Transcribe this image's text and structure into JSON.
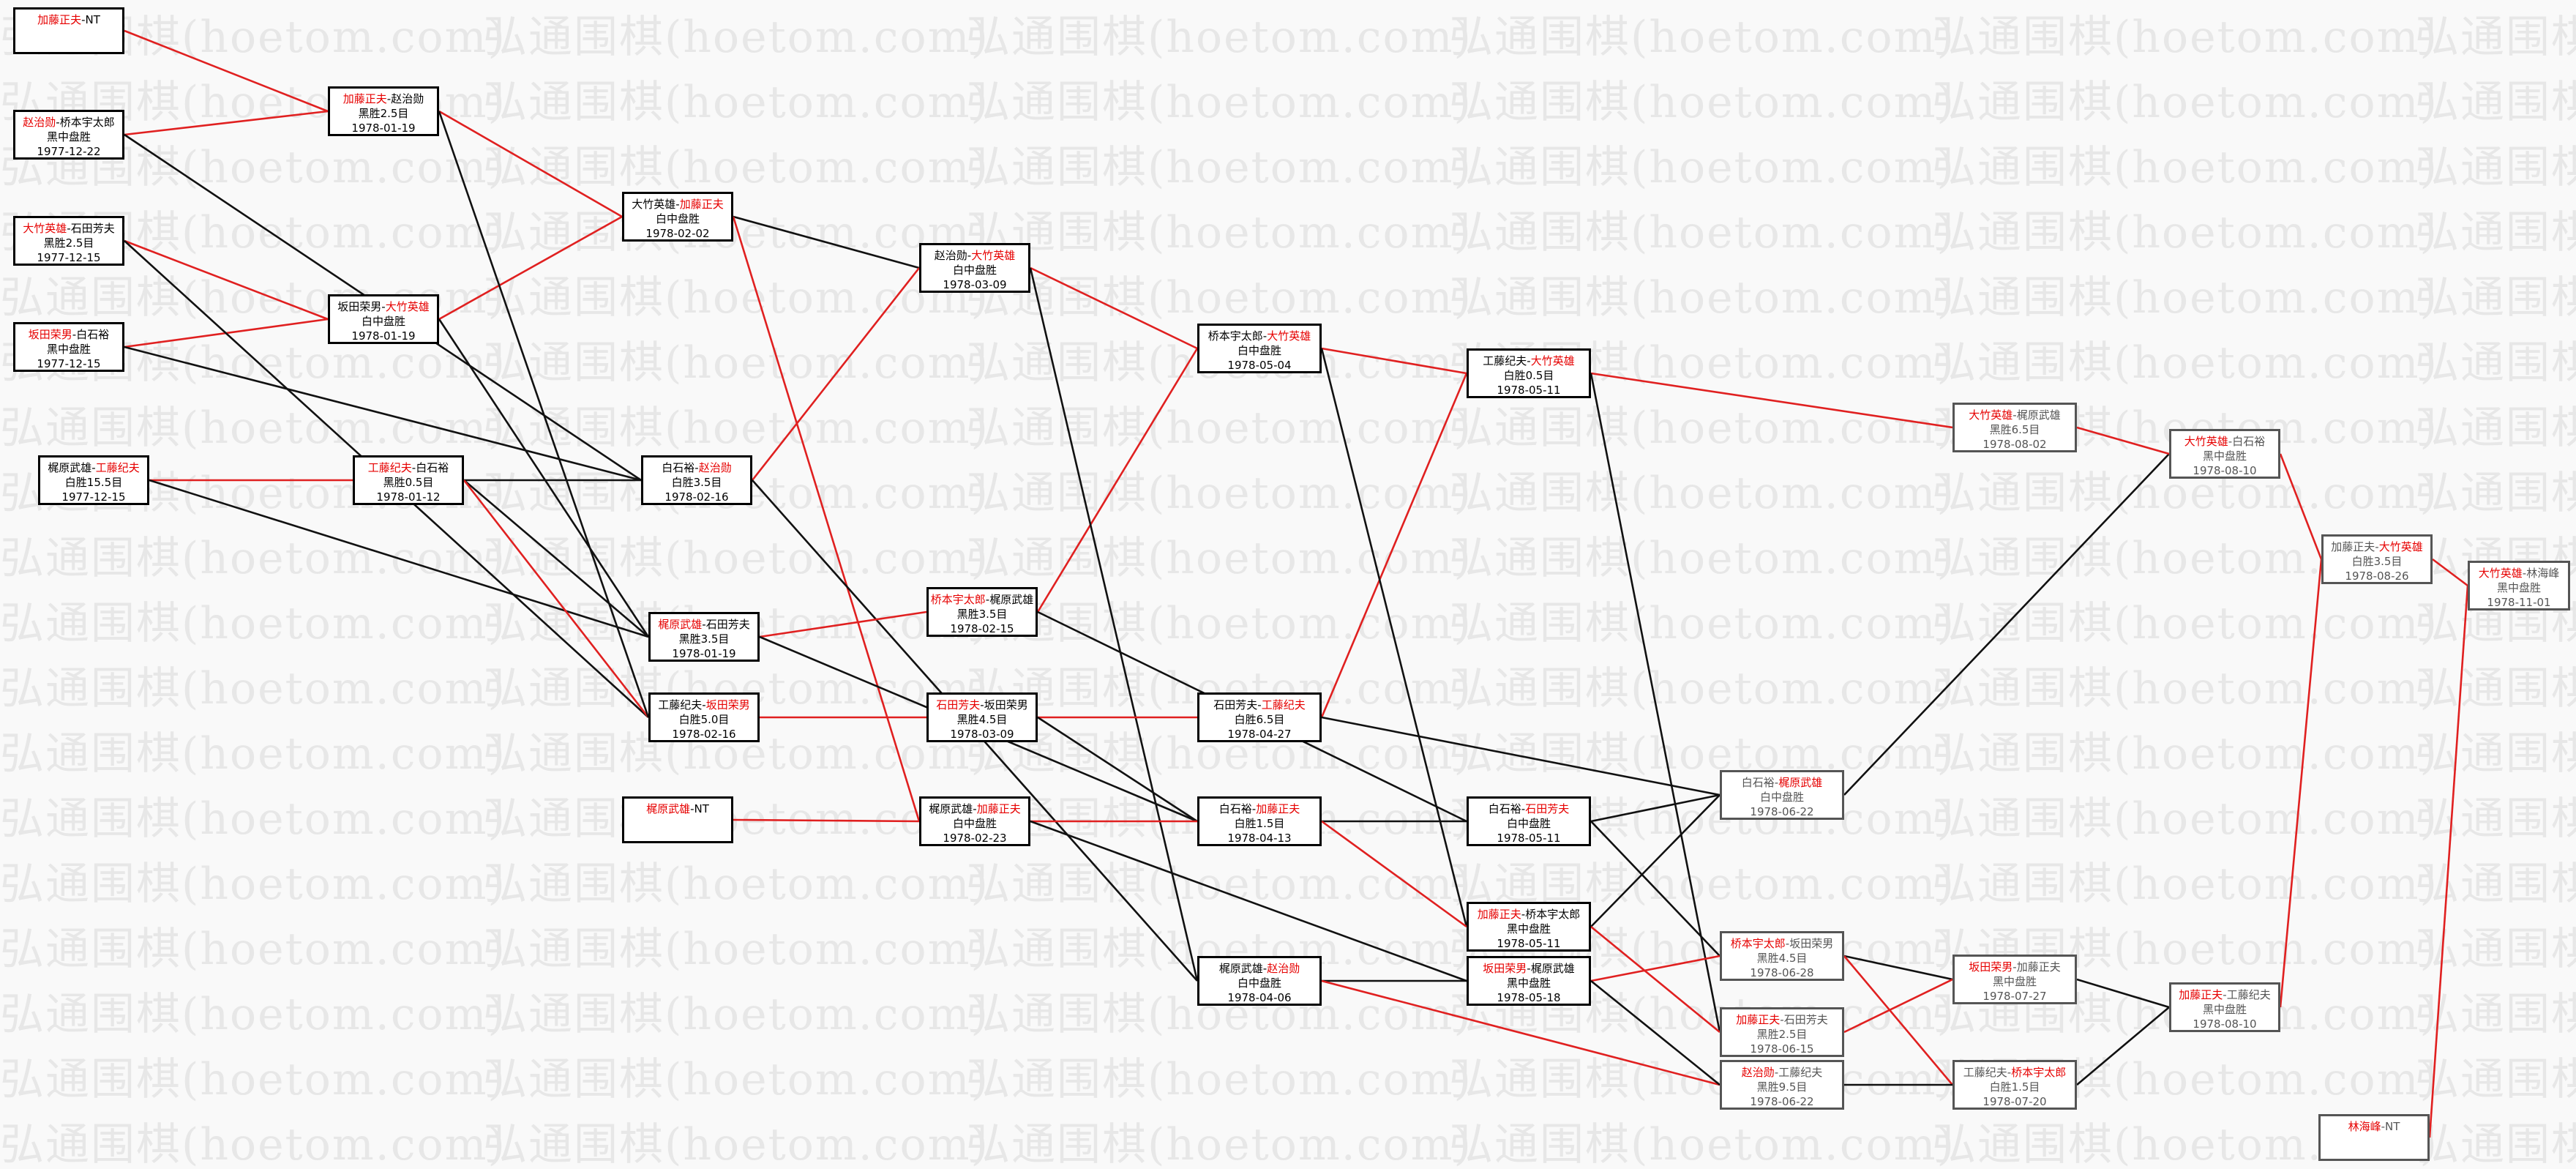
{
  "watermark": "弘通围棋(hoetom.com)",
  "colors": {
    "winner": "#e60000",
    "red_line": "#e02020",
    "black_line": "#111111"
  },
  "games": [
    {
      "id": "g01",
      "p1": "加藤正夫",
      "p2": "NT",
      "winner": 1,
      "result": "",
      "date": ""
    },
    {
      "id": "g02",
      "p1": "赵治勋",
      "p2": "桥本宇太郎",
      "winner": 1,
      "result": "黑中盘胜",
      "date": "1977-12-22"
    },
    {
      "id": "g03",
      "p1": "大竹英雄",
      "p2": "石田芳夫",
      "winner": 1,
      "result": "黑胜2.5目",
      "date": "1977-12-15"
    },
    {
      "id": "g04",
      "p1": "坂田荣男",
      "p2": "白石裕",
      "winner": 1,
      "result": "黑中盘胜",
      "date": "1977-12-15"
    },
    {
      "id": "g05",
      "p1": "梶原武雄",
      "p2": "工藤纪夫",
      "winner": 2,
      "result": "白胜15.5目",
      "date": "1977-12-15"
    },
    {
      "id": "g06",
      "p1": "加藤正夫",
      "p2": "赵治勋",
      "winner": 1,
      "result": "黑胜2.5目",
      "date": "1978-01-19"
    },
    {
      "id": "g07",
      "p1": "坂田荣男",
      "p2": "大竹英雄",
      "winner": 2,
      "result": "白中盘胜",
      "date": "1978-01-19"
    },
    {
      "id": "g08",
      "p1": "工藤纪夫",
      "p2": "白石裕",
      "winner": 1,
      "result": "黑胜0.5目",
      "date": "1978-01-12"
    },
    {
      "id": "g09",
      "p1": "大竹英雄",
      "p2": "加藤正夫",
      "winner": 2,
      "result": "白中盘胜",
      "date": "1978-02-02"
    },
    {
      "id": "g10",
      "p1": "白石裕",
      "p2": "赵治勋",
      "winner": 2,
      "result": "白胜3.5目",
      "date": "1978-02-16"
    },
    {
      "id": "g11",
      "p1": "梶原武雄",
      "p2": "石田芳夫",
      "winner": 1,
      "result": "黑胜3.5目",
      "date": "1978-01-19"
    },
    {
      "id": "g12",
      "p1": "工藤纪夫",
      "p2": "坂田荣男",
      "winner": 2,
      "result": "白胜5.0目",
      "date": "1978-02-16"
    },
    {
      "id": "g13",
      "p1": "梶原武雄",
      "p2": "NT",
      "winner": 1,
      "result": "",
      "date": ""
    },
    {
      "id": "g14",
      "p1": "赵治勋",
      "p2": "大竹英雄",
      "winner": 2,
      "result": "白中盘胜",
      "date": "1978-03-09"
    },
    {
      "id": "g15",
      "p1": "桥本宇太郎",
      "p2": "梶原武雄",
      "winner": 1,
      "result": "黑胜3.5目",
      "date": "1978-02-15"
    },
    {
      "id": "g16",
      "p1": "石田芳夫",
      "p2": "坂田荣男",
      "winner": 1,
      "result": "黑胜4.5目",
      "date": "1978-03-09"
    },
    {
      "id": "g17",
      "p1": "梶原武雄",
      "p2": "加藤正夫",
      "winner": 2,
      "result": "白中盘胜",
      "date": "1978-02-23"
    },
    {
      "id": "g18",
      "p1": "桥本宇太郎",
      "p2": "大竹英雄",
      "winner": 2,
      "result": "白中盘胜",
      "date": "1978-05-04"
    },
    {
      "id": "g19",
      "p1": "石田芳夫",
      "p2": "工藤纪夫",
      "winner": 2,
      "result": "白胜6.5目",
      "date": "1978-04-27"
    },
    {
      "id": "g20",
      "p1": "白石裕",
      "p2": "加藤正夫",
      "winner": 2,
      "result": "白胜1.5目",
      "date": "1978-04-13"
    },
    {
      "id": "g21",
      "p1": "梶原武雄",
      "p2": "赵治勋",
      "winner": 2,
      "result": "白中盘胜",
      "date": "1978-04-06"
    },
    {
      "id": "g22",
      "p1": "工藤纪夫",
      "p2": "大竹英雄",
      "winner": 2,
      "result": "白胜0.5目",
      "date": "1978-05-11"
    },
    {
      "id": "g23",
      "p1": "白石裕",
      "p2": "石田芳夫",
      "winner": 2,
      "result": "白中盘胜",
      "date": "1978-05-11"
    },
    {
      "id": "g24",
      "p1": "加藤正夫",
      "p2": "桥本宇太郎",
      "winner": 1,
      "result": "黑中盘胜",
      "date": "1978-05-11"
    },
    {
      "id": "g25",
      "p1": "坂田荣男",
      "p2": "梶原武雄",
      "winner": 1,
      "result": "黑中盘胜",
      "date": "1978-05-18"
    },
    {
      "id": "g26",
      "p1": "白石裕",
      "p2": "梶原武雄",
      "winner": 2,
      "result": "白中盘胜",
      "date": "1978-06-22"
    },
    {
      "id": "g27",
      "p1": "桥本宇太郎",
      "p2": "坂田荣男",
      "winner": 1,
      "result": "黑胜4.5目",
      "date": "1978-06-28"
    },
    {
      "id": "g28",
      "p1": "加藤正夫",
      "p2": "石田芳夫",
      "winner": 1,
      "result": "黑胜2.5目",
      "date": "1978-06-15"
    },
    {
      "id": "g29",
      "p1": "赵治勋",
      "p2": "工藤纪夫",
      "winner": 1,
      "result": "黑胜9.5目",
      "date": "1978-06-22"
    },
    {
      "id": "g30",
      "p1": "大竹英雄",
      "p2": "梶原武雄",
      "winner": 1,
      "result": "黑胜6.5目",
      "date": "1978-08-02"
    },
    {
      "id": "g31",
      "p1": "坂田荣男",
      "p2": "加藤正夫",
      "winner": 1,
      "result": "黑中盘胜",
      "date": "1978-07-27"
    },
    {
      "id": "g32",
      "p1": "工藤纪夫",
      "p2": "桥本宇太郎",
      "winner": 2,
      "result": "白胜1.5目",
      "date": "1978-07-20"
    },
    {
      "id": "g33",
      "p1": "大竹英雄",
      "p2": "白石裕",
      "winner": 1,
      "result": "黑中盘胜",
      "date": "1978-08-10"
    },
    {
      "id": "g34",
      "p1": "加藤正夫",
      "p2": "工藤纪夫",
      "winner": 1,
      "result": "黑中盘胜",
      "date": "1978-08-10"
    },
    {
      "id": "g35",
      "p1": "加藤正夫",
      "p2": "大竹英雄",
      "winner": 2,
      "result": "白胜3.5目",
      "date": "1978-08-26"
    },
    {
      "id": "g36",
      "p1": "大竹英雄",
      "p2": "林海峰",
      "winner": 1,
      "result": "黑中盘胜",
      "date": "1978-11-01"
    },
    {
      "id": "g37",
      "p1": "林海峰",
      "p2": "NT",
      "winner": 1,
      "result": "",
      "date": ""
    }
  ]
}
